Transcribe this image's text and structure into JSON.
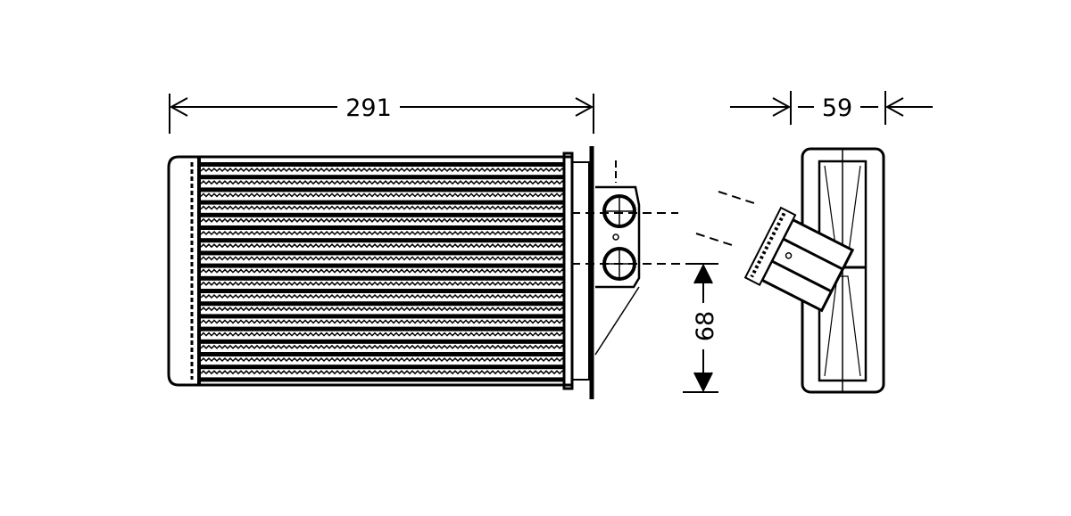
{
  "dimensions": {
    "width_label": "291",
    "depth_label": "59",
    "pipe_offset_label": "68"
  },
  "colors": {
    "line": "#000000",
    "background": "#ffffff"
  }
}
